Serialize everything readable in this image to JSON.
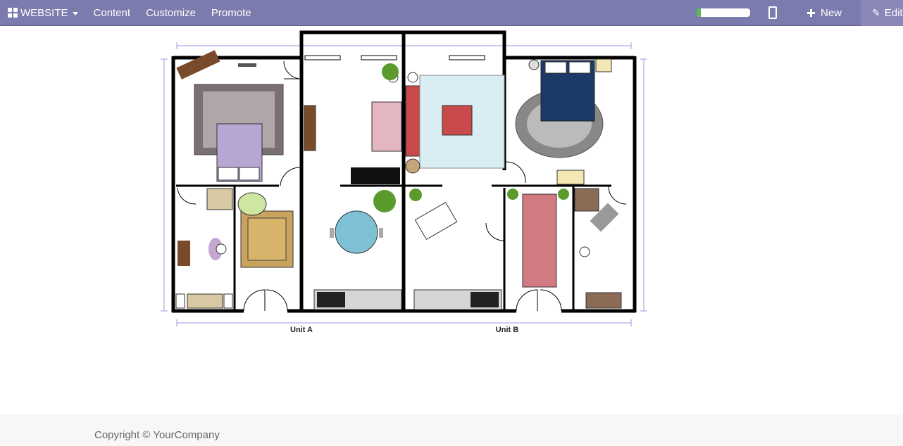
{
  "topbar": {
    "website_label": "WEBSITE",
    "menu": [
      "Content",
      "Customize",
      "Promote"
    ],
    "progress_fraction": 0.08,
    "new_label": "New",
    "edit_label": "Edit"
  },
  "floorplan": {
    "unit_a_label": "Unit A",
    "unit_b_label": "Unit B"
  },
  "footer": {
    "copyright": "Copyright © YourCompany"
  },
  "colors": {
    "topbar": "#7c7bad",
    "progress_fill": "#5cb85c",
    "wall": "#000000",
    "dimension_line": "#9a9ae6"
  }
}
